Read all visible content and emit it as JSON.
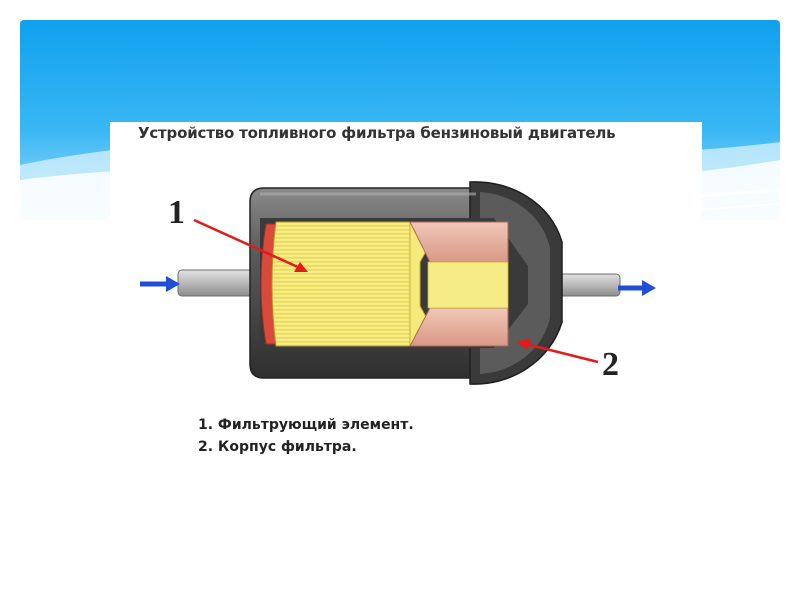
{
  "diagram": {
    "title": "Устройство топливного фильтра бензиновый двигатель",
    "callouts": {
      "filter_element": "1",
      "filter_housing": "2"
    },
    "legend": [
      "1. Фильтрующий элемент.",
      "2. Корпус фильтра."
    ],
    "colors": {
      "flow_arrow": "#1f4fd6",
      "pointer_arrow": "#e21b1b",
      "housing": "#4a4a4a",
      "filter_paper": "#f7ee7a",
      "end_cap": "#e9b7a6",
      "header_sky": "#1ea6f0"
    },
    "icons": [
      "inlet-flow-arrow-icon",
      "outlet-flow-arrow-icon"
    ]
  }
}
